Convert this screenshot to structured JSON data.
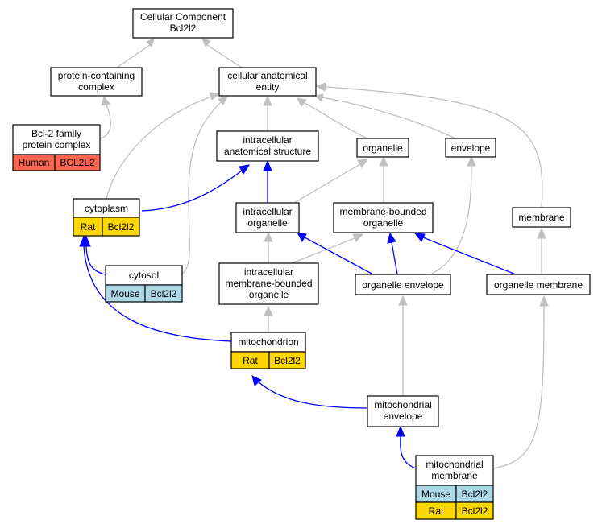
{
  "colors": {
    "human": "#fa6450",
    "mouse": "#add8e6",
    "rat": "#ffd700",
    "is_a_edge": "#c0c0c0",
    "part_of_edge": "#0000ff"
  },
  "nodes": {
    "root": {
      "lines": [
        "Cellular Component",
        "Bcl2l2"
      ]
    },
    "protein_complex": {
      "lines": [
        "protein-containing",
        "complex"
      ]
    },
    "cellular_anatomical_entity": {
      "lines": [
        "cellular anatomical",
        "entity"
      ]
    },
    "bcl2_family_complex": {
      "lines": [
        "Bcl-2 family",
        "protein complex"
      ],
      "annotations": [
        {
          "species": "Human",
          "gene": "BCL2L2"
        }
      ]
    },
    "intracellular_anatomical_structure": {
      "lines": [
        "intracellular",
        "anatomical structure"
      ]
    },
    "organelle": {
      "lines": [
        "organelle"
      ]
    },
    "envelope": {
      "lines": [
        "envelope"
      ]
    },
    "cytoplasm": {
      "lines": [
        "cytoplasm"
      ],
      "annotations": [
        {
          "species": "Rat",
          "gene": "Bcl2l2"
        }
      ]
    },
    "intracellular_organelle": {
      "lines": [
        "intracellular",
        "organelle"
      ]
    },
    "membrane_bounded_organelle": {
      "lines": [
        "membrane-bounded",
        "organelle"
      ]
    },
    "membrane": {
      "lines": [
        "membrane"
      ]
    },
    "cytosol": {
      "lines": [
        "cytosol"
      ],
      "annotations": [
        {
          "species": "Mouse",
          "gene": "Bcl2l2"
        }
      ]
    },
    "intracellular_membrane_bounded_organelle": {
      "lines": [
        "intracellular",
        "membrane-bounded",
        "organelle"
      ]
    },
    "organelle_envelope": {
      "lines": [
        "organelle envelope"
      ]
    },
    "organelle_membrane": {
      "lines": [
        "organelle membrane"
      ]
    },
    "mitochondrion": {
      "lines": [
        "mitochondrion"
      ],
      "annotations": [
        {
          "species": "Rat",
          "gene": "Bcl2l2"
        }
      ]
    },
    "mitochondrial_envelope": {
      "lines": [
        "mitochondrial",
        "envelope"
      ]
    },
    "mitochondrial_membrane": {
      "lines": [
        "mitochondrial",
        "membrane"
      ],
      "annotations": [
        {
          "species": "Mouse",
          "gene": "Bcl2l2"
        },
        {
          "species": "Rat",
          "gene": "Bcl2l2"
        }
      ]
    }
  }
}
